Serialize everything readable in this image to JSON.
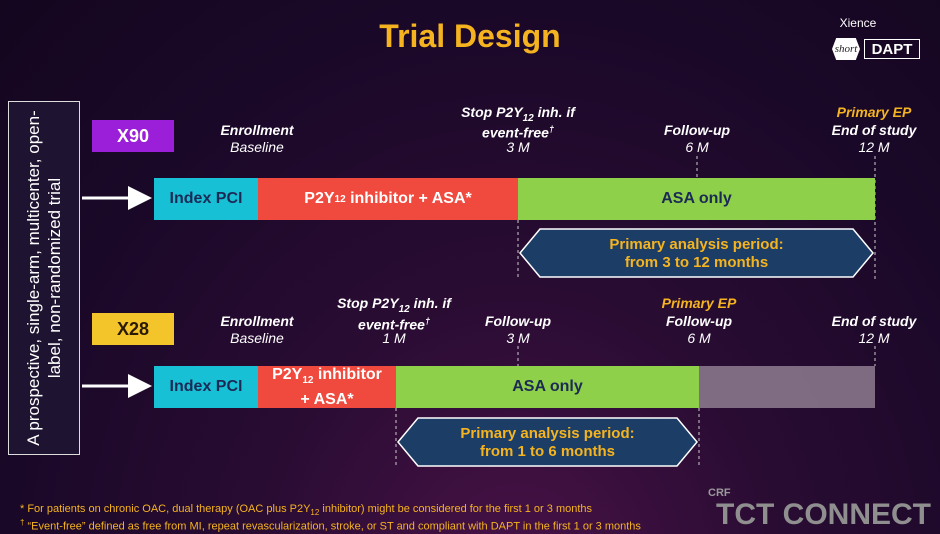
{
  "title": "Trial Design",
  "logo": {
    "brand": "Xience",
    "short": "short",
    "dapt": "DAPT"
  },
  "side_label": "A prospective, single-arm, multicenter, open-label, non-randomized trial",
  "arms": [
    {
      "tag": "X90",
      "tag_color": "#9b1ed9",
      "segments": {
        "index": "Index PCI",
        "p2y_pre": "P2Y",
        "p2y_sub": "12",
        "p2y_post": " inhibitor + ASA*",
        "asa": "ASA only"
      },
      "timepoints": {
        "enroll_title": "Enrollment",
        "enroll_sub": "Baseline",
        "stop_title_pre": "Stop P2Y",
        "stop_title_sub": "12",
        "stop_title_post": " inh. if",
        "stop_title2": "event-free",
        "stop_dagger": "†",
        "stop_sub": "3 M",
        "fu_title": "Follow-up",
        "fu_sub": "6 M",
        "ep_title": "Primary EP",
        "end_title": "End of study",
        "end_sub": "12 M"
      },
      "period_line1": "Primary analysis period:",
      "period_line2": "from 3 to 12 months"
    },
    {
      "tag": "X28",
      "tag_color": "#f3c52a",
      "segments": {
        "index": "Index PCI",
        "p2y_pre": "P2Y",
        "p2y_sub": "12",
        "p2y_post": " inhibitor",
        "p2y_line2": "+ ASA*",
        "asa": "ASA only"
      },
      "timepoints": {
        "enroll_title": "Enrollment",
        "enroll_sub": "Baseline",
        "stop_title_pre": "Stop P2Y",
        "stop_title_sub": "12",
        "stop_title_post": " inh. if",
        "stop_title2": "event-free",
        "stop_dagger": "†",
        "stop_sub": "1 M",
        "fu1_title": "Follow-up",
        "fu1_sub": "3 M",
        "ep_title": "Primary EP",
        "fu2_title": "Follow-up",
        "fu2_sub": "6 M",
        "end_title": "End of study",
        "end_sub": "12 M"
      },
      "period_line1": "Primary analysis period:",
      "period_line2": "from 1 to 6 months"
    }
  ],
  "footnotes": {
    "f1_pre": "* For patients on chronic OAC, dual therapy (OAC plus P2Y",
    "f1_sub": "12",
    "f1_post": " inhibitor) might be considered for the first 1 or 3 months",
    "f2_mark": "†",
    "f2_pre": " “Event-free” defined as free from MI, repeat revascularization, stroke, or ST and compliant with DAPT in the first 1 or 3 months"
  },
  "watermark": {
    "crf": "CRF",
    "tct": "TCT CONNECT"
  },
  "colors": {
    "title": "#f5b41f",
    "index": "#18c0d6",
    "p2y": "#f04a3e",
    "asa": "#8fd04a",
    "period_box": "#1c3d66"
  }
}
